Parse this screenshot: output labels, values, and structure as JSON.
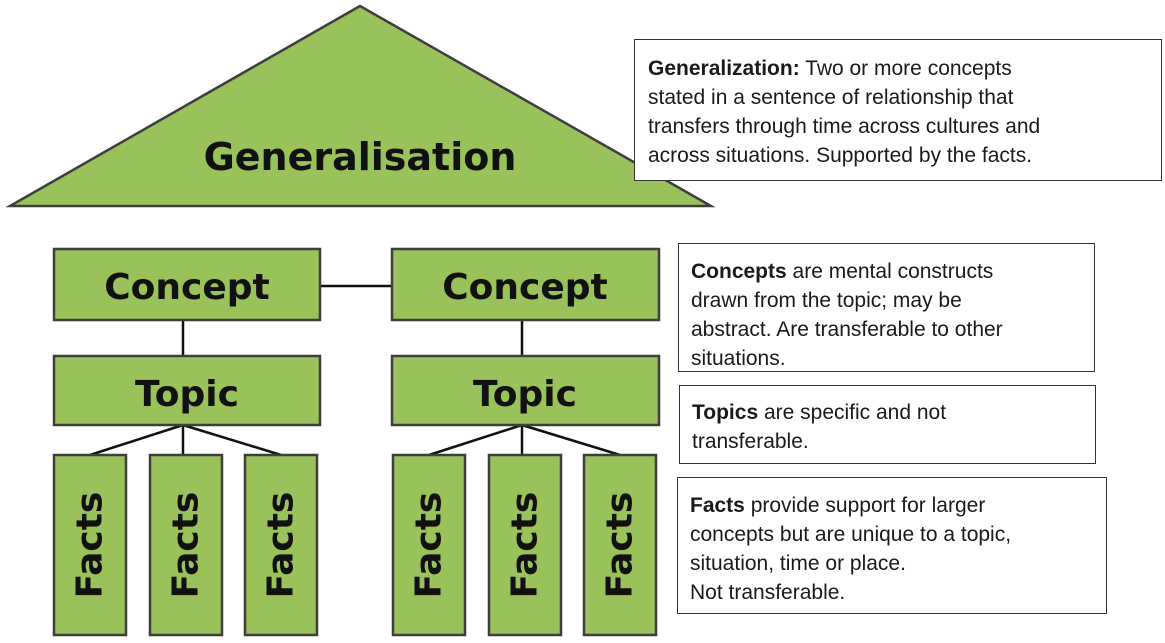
{
  "colors": {
    "box_fill": "#99c25a",
    "box_stroke": "#3e3e3e",
    "connector": "#111111",
    "note_border": "#333333"
  },
  "diagram": {
    "generalisation_label": "Generalisation",
    "columns": [
      {
        "concept_label": "Concept",
        "topic_label": "Topic",
        "facts": [
          "Facts",
          "Facts",
          "Facts"
        ]
      },
      {
        "concept_label": "Concept",
        "topic_label": "Topic",
        "facts": [
          "Facts",
          "Facts",
          "Facts"
        ]
      }
    ]
  },
  "notes": {
    "generalization": {
      "term": "Generalization:",
      "lines": [
        " Two or more concepts",
        "stated in a sentence of relationship that",
        "transfers through time across cultures and",
        "across situations. Supported by the facts."
      ]
    },
    "concepts": {
      "term": "Concepts",
      "lines": [
        " are mental constructs",
        "drawn from the topic; may be",
        "abstract. Are transferable to other",
        "situations."
      ]
    },
    "topics": {
      "term": "Topics",
      "lines": [
        " are specific and not",
        "transferable."
      ]
    },
    "facts": {
      "term": "Facts",
      "lines": [
        " provide support for larger",
        "concepts but are unique to a topic,",
        "situation, time or place.",
        "Not transferable."
      ]
    }
  }
}
